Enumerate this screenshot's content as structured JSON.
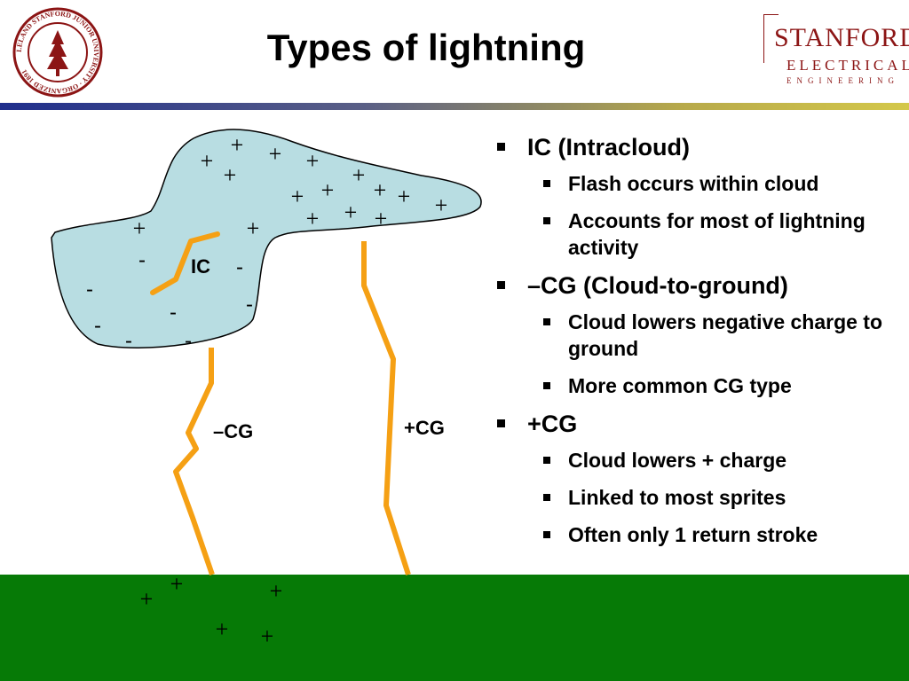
{
  "slide": {
    "title": "Types of lightning",
    "seal_text": "LELAND STANFORD JUNIOR UNIVERSITY · ORGANIZED 1891",
    "logo": {
      "line1": "STANFORD",
      "line2": "ELECTRICAL",
      "line3": "ENGINEERING"
    }
  },
  "diagram": {
    "ic_label": "IC",
    "neg_cg_label": "–CG",
    "pos_cg_label": "+CG",
    "plus": "+",
    "minus": "-"
  },
  "bullets": [
    {
      "text": "IC (Intracloud)",
      "children": [
        "Flash occurs within cloud",
        "Accounts for most of lightning activity"
      ]
    },
    {
      "text": "–CG (Cloud-to-ground)",
      "children": [
        "Cloud lowers negative charge to ground",
        "More common CG type"
      ]
    },
    {
      "text": "+CG",
      "children": [
        "Cloud lowers + charge",
        "Linked to most sprites",
        "Often only 1 return stroke"
      ]
    }
  ],
  "colors": {
    "cloud_fill": "#b8dde2",
    "bolt": "#f5a014",
    "ground": "#067a06",
    "brand": "#8c1515"
  }
}
